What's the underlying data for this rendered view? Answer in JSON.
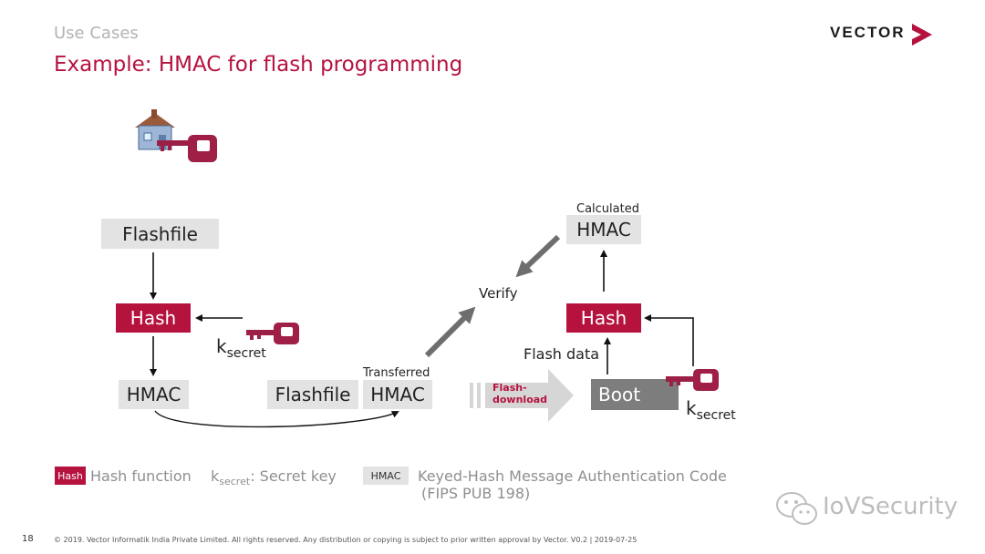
{
  "header": {
    "section": "Use Cases",
    "title": "Example: HMAC for flash programming",
    "logo": "VECTOR"
  },
  "diagram": {
    "left": {
      "flashfile": "Flashfile",
      "hash": "Hash",
      "hmac": "HMAC",
      "key_k": "k",
      "key_sub": "secret"
    },
    "middle": {
      "flashfile": "Flashfile",
      "hmac": "HMAC",
      "transferred": "Transferred",
      "download_line1": "Flash-",
      "download_line2": "download"
    },
    "right": {
      "calculated": "Calculated",
      "hmac": "HMAC",
      "verify": "Verify",
      "hash": "Hash",
      "flash_data": "Flash data",
      "boot": "Boot",
      "key_k": "k",
      "key_sub": "secret"
    }
  },
  "legend": {
    "hash_badge": "Hash",
    "hash_text": "Hash function",
    "key_k": "k",
    "key_sub": "secret",
    "key_text": ": Secret key",
    "hmac_badge": "HMAC",
    "hmac_text_line1": "Keyed-Hash Message Authentication Code",
    "hmac_text_line2": "(FIPS PUB 198)"
  },
  "footer": {
    "page": "18",
    "copyright": "© 2019. Vector Informatik India Private Limited. All rights reserved. Any distribution or copying is subject to prior written approval by Vector. V0.2 | 2019-07-25"
  },
  "watermark": "IoVSecurity",
  "colors": {
    "accent_red": "#b5123e",
    "box_gray": "#e3e3e3",
    "boot_gray": "#7d7d7d"
  },
  "icons": [
    "house-icon",
    "key-icon",
    "wechat-icon",
    "vector-chevron-icon"
  ]
}
